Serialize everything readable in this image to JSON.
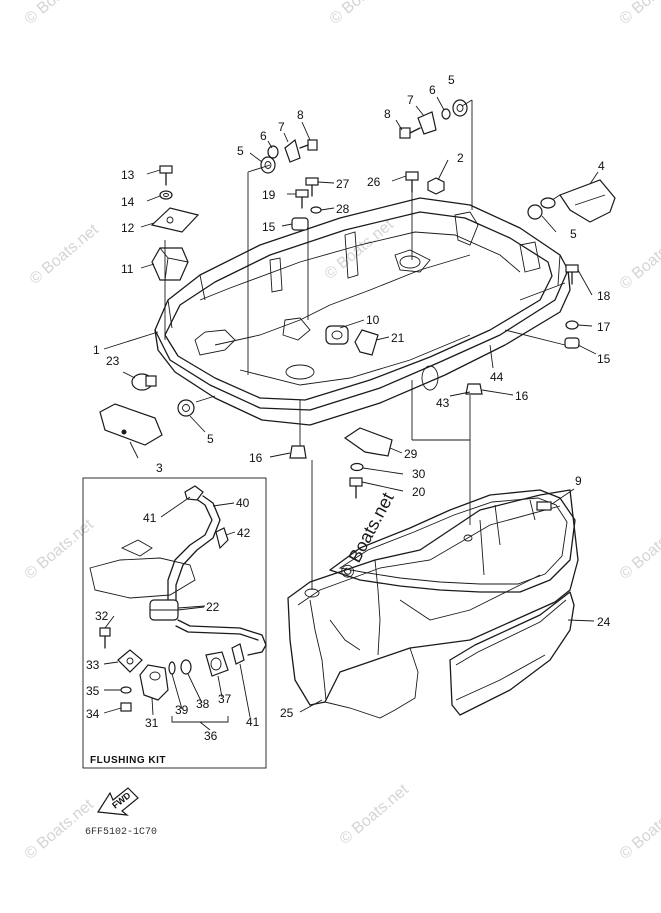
{
  "callouts": [
    {
      "id": "c1",
      "text": "1"
    },
    {
      "id": "c2",
      "text": "2"
    },
    {
      "id": "c3",
      "text": "3"
    },
    {
      "id": "c4",
      "text": "4"
    },
    {
      "id": "c5a",
      "text": "5"
    },
    {
      "id": "c5b",
      "text": "5"
    },
    {
      "id": "c5c",
      "text": "5"
    },
    {
      "id": "c5d",
      "text": "5"
    },
    {
      "id": "c6a",
      "text": "6"
    },
    {
      "id": "c6b",
      "text": "6"
    },
    {
      "id": "c7a",
      "text": "7"
    },
    {
      "id": "c7b",
      "text": "7"
    },
    {
      "id": "c8a",
      "text": "8"
    },
    {
      "id": "c8b",
      "text": "8"
    },
    {
      "id": "c9",
      "text": "9"
    },
    {
      "id": "c10",
      "text": "10"
    },
    {
      "id": "c11",
      "text": "11"
    },
    {
      "id": "c12",
      "text": "12"
    },
    {
      "id": "c13",
      "text": "13"
    },
    {
      "id": "c14",
      "text": "14"
    },
    {
      "id": "c15a",
      "text": "15"
    },
    {
      "id": "c15b",
      "text": "15"
    },
    {
      "id": "c16a",
      "text": "16"
    },
    {
      "id": "c16b",
      "text": "16"
    },
    {
      "id": "c17",
      "text": "17"
    },
    {
      "id": "c18",
      "text": "18"
    },
    {
      "id": "c19",
      "text": "19"
    },
    {
      "id": "c20",
      "text": "20"
    },
    {
      "id": "c21",
      "text": "21"
    },
    {
      "id": "c22",
      "text": "22"
    },
    {
      "id": "c23",
      "text": "23"
    },
    {
      "id": "c24",
      "text": "24"
    },
    {
      "id": "c25",
      "text": "25"
    },
    {
      "id": "c26",
      "text": "26"
    },
    {
      "id": "c27",
      "text": "27"
    },
    {
      "id": "c28",
      "text": "28"
    },
    {
      "id": "c29",
      "text": "29"
    },
    {
      "id": "c30",
      "text": "30"
    },
    {
      "id": "c31",
      "text": "31"
    },
    {
      "id": "c32",
      "text": "32"
    },
    {
      "id": "c33",
      "text": "33"
    },
    {
      "id": "c34",
      "text": "34"
    },
    {
      "id": "c35",
      "text": "35"
    },
    {
      "id": "c36",
      "text": "36"
    },
    {
      "id": "c37",
      "text": "37"
    },
    {
      "id": "c38",
      "text": "38"
    },
    {
      "id": "c39",
      "text": "39"
    },
    {
      "id": "c40",
      "text": "40"
    },
    {
      "id": "c41a",
      "text": "41"
    },
    {
      "id": "c41b",
      "text": "41"
    },
    {
      "id": "c42",
      "text": "42"
    },
    {
      "id": "c43",
      "text": "43"
    },
    {
      "id": "c44",
      "text": "44"
    }
  ],
  "flushing_kit": {
    "title": "FLUSHING  KIT"
  },
  "direction_arrow": {
    "label": "FWD"
  },
  "diagram_code": "6FF5102-1C70",
  "watermark": {
    "text": "© Boats.net"
  }
}
